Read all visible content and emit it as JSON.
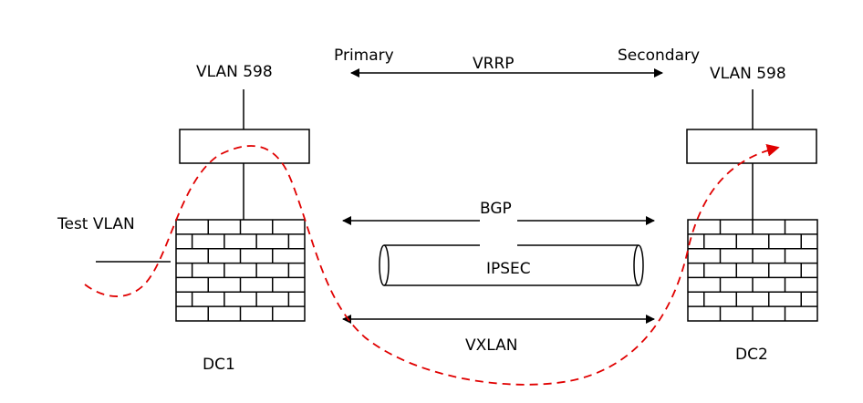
{
  "diagram": {
    "colors": {
      "line": "#000000",
      "background": "#ffffff",
      "traffic_path": "#e00000"
    },
    "sites": [
      {
        "id": "dc1",
        "name": "DC1",
        "vlan_label": "VLAN 598",
        "role": "Primary",
        "extra_vlan_label": "Test VLAN"
      },
      {
        "id": "dc2",
        "name": "DC2",
        "vlan_label": "VLAN 598",
        "role": "Secondary"
      }
    ],
    "links": [
      {
        "id": "vrrp",
        "label": "VRRP",
        "type": "bidirectional-arrow"
      },
      {
        "id": "bgp",
        "label": "BGP",
        "type": "bidirectional-arrow"
      },
      {
        "id": "ipsec",
        "label": "IPSEC",
        "type": "tunnel"
      },
      {
        "id": "vxlan",
        "label": "VXLAN",
        "type": "bidirectional-arrow"
      }
    ],
    "traffic_path": {
      "style": "dashed",
      "from": "Test VLAN",
      "to": "DC2 router",
      "via": [
        "DC1 router",
        "DC1 firewall",
        "DC2 firewall"
      ]
    },
    "icons": [
      "router-box-icon",
      "firewall-icon",
      "tunnel-icon",
      "arrow-icon"
    ]
  }
}
